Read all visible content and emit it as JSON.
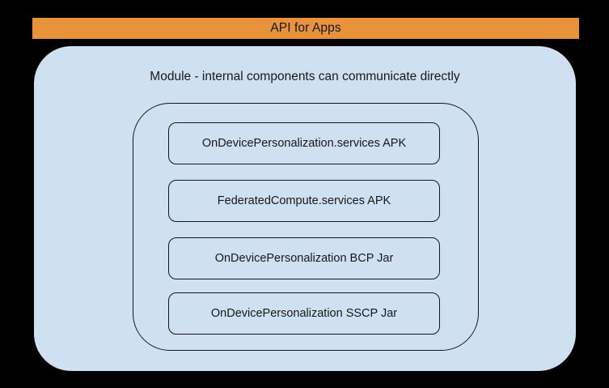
{
  "colors": {
    "background": "#000000",
    "banner_fill": "#E8923C",
    "panel_fill": "#CFE0F0",
    "stroke": "#13181D",
    "text": "#16191C"
  },
  "banner": {
    "label": "API for Apps"
  },
  "module": {
    "title": "Module - internal components can communicate directly"
  },
  "components": [
    {
      "label": "OnDevicePersonalization.services APK"
    },
    {
      "label": "FederatedCompute.services APK"
    },
    {
      "label": "OnDevicePersonalization BCP Jar"
    },
    {
      "label": "OnDevicePersonalization SSCP Jar"
    }
  ]
}
